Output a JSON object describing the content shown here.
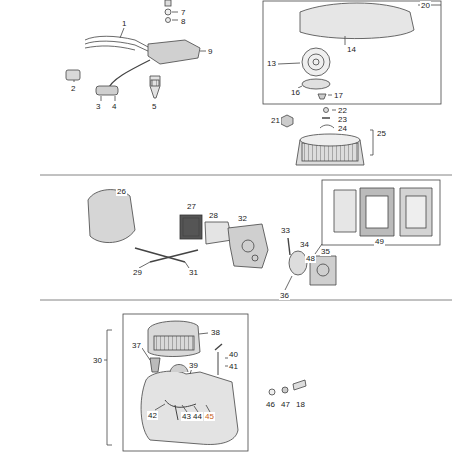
{
  "diagram": {
    "labels": [
      "7",
      "8",
      "1",
      "2",
      "3",
      "4",
      "5",
      "9",
      "20",
      "14",
      "13",
      "16",
      "17",
      "21",
      "22",
      "23",
      "24",
      "25",
      "26",
      "27",
      "28",
      "32",
      "33",
      "34",
      "29",
      "31",
      "35",
      "36",
      "48",
      "49",
      "37",
      "38",
      "39",
      "40",
      "41",
      "30",
      "42",
      "43",
      "44",
      "45",
      "46",
      "47",
      "18"
    ]
  }
}
